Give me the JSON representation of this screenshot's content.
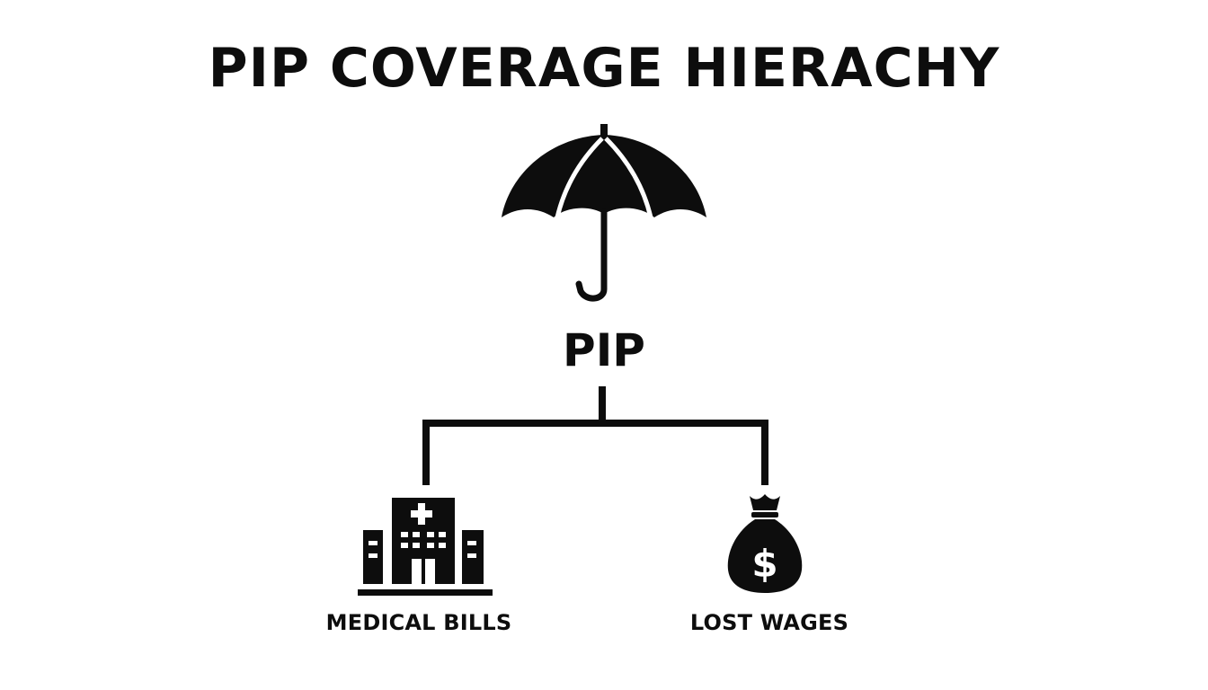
{
  "title": "PIP COVERAGE HIERACHY",
  "root": {
    "label": "PIP",
    "icon": "umbrella-icon"
  },
  "children": [
    {
      "label": "MEDICAL BILLS",
      "icon": "hospital-icon"
    },
    {
      "label": "LOST WAGES",
      "icon": "money-bag-icon"
    }
  ],
  "colors": {
    "ink": "#0d0d0d",
    "background": "#ffffff"
  }
}
